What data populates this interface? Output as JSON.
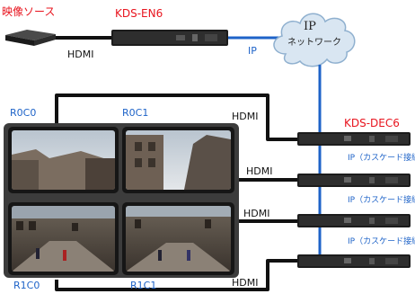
{
  "source": {
    "label": "映像ソース"
  },
  "encoder": {
    "label": "KDS-EN6"
  },
  "decoder": {
    "label": "KDS-DEC6"
  },
  "network": {
    "title": "IP",
    "subtitle": "ネットワーク"
  },
  "links": {
    "source_hdmi": "HDMI",
    "encoder_ip": "IP",
    "hdmi_labels": [
      "HDMI",
      "HDMI",
      "HDMI",
      "HDMI"
    ],
    "cascade_labels": [
      "IP（カスケード接続）",
      "IP（カスケード接続）",
      "IP（カスケード接続）"
    ]
  },
  "video_wall": {
    "tiles": [
      "R0C0",
      "R0C1",
      "R1C0",
      "R1C1"
    ]
  },
  "colors": {
    "red_label": "#e8141e",
    "ip_link": "#1e63c8",
    "hdmi_cable": "#111111"
  }
}
